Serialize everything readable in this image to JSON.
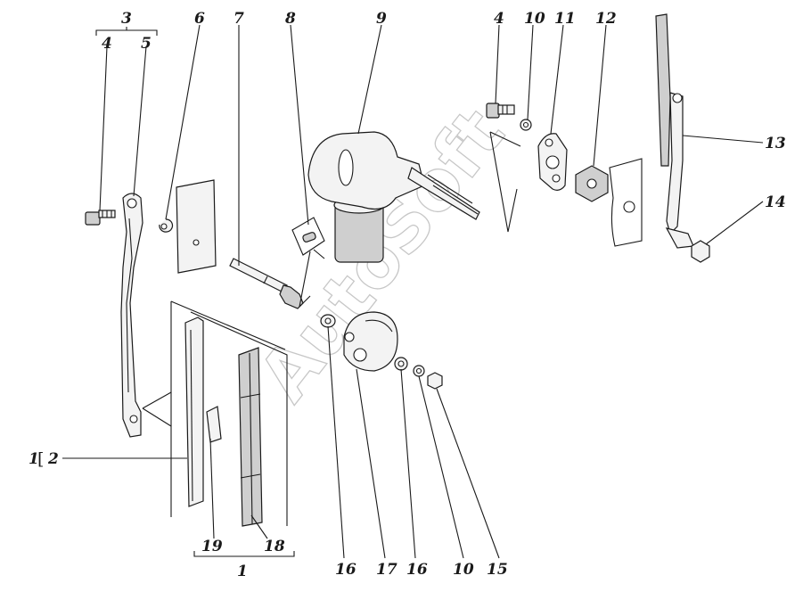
{
  "labels": {
    "l3": "3",
    "l4a": "4",
    "l5": "5",
    "l6": "6",
    "l7": "7",
    "l8": "8",
    "l9": "9",
    "l4b": "4",
    "l10a": "10",
    "l11": "11",
    "l12": "12",
    "l13": "13",
    "l14": "14",
    "l1a": "1",
    "l2": "2",
    "l19": "19",
    "l18": "18",
    "l1b": "1",
    "l16a": "16",
    "l17": "17",
    "l16b": "16",
    "l10b": "10",
    "l15": "15"
  },
  "watermark": "AutoSoft"
}
